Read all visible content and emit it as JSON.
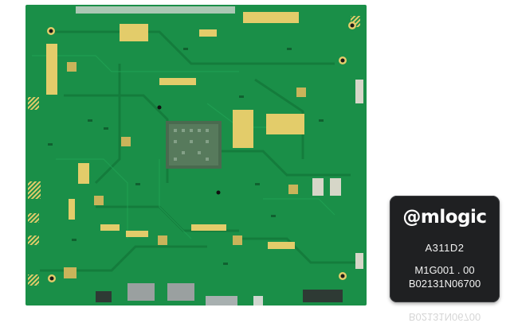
{
  "scene": {
    "subject": "pcb-mainboard-with-soc-chip",
    "colors": {
      "board": "#1a8f48",
      "board_dark": "#147a3b",
      "gold_pad": "#e3cc6a",
      "chip_body": "#1f2022",
      "chip_text": "#f2f2f2"
    }
  },
  "chip": {
    "brand": "@mlogic",
    "model": "A311D2",
    "lot": "M1G001 . 00",
    "serial": "B02131N06700"
  }
}
